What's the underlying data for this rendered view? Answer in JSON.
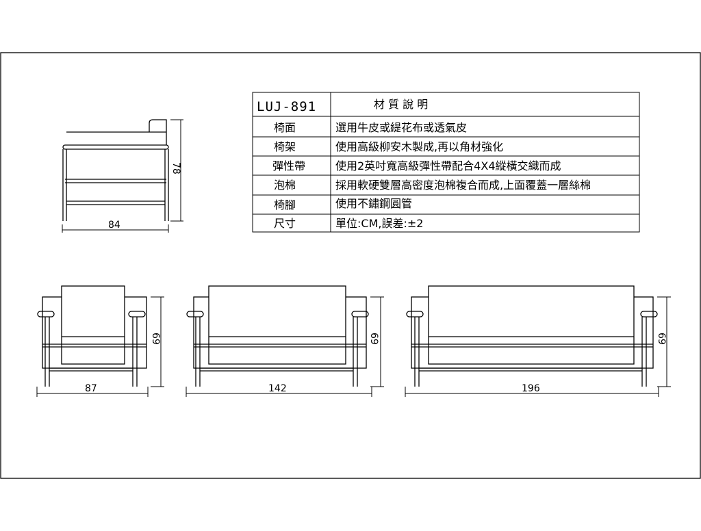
{
  "spec_table": {
    "model": "LUJ-891",
    "title": "材 質 說 明",
    "rows": [
      {
        "label": "椅面",
        "value": "選用牛皮或緹花布或透氣皮"
      },
      {
        "label": "椅架",
        "value": "使用高級柳安木製成,再以角材強化"
      },
      {
        "label": "彈性帶",
        "value": "使用2英吋寬高級彈性帶配合4X4縱橫交織而成"
      },
      {
        "label": "泡棉",
        "value": "採用軟硬雙層高密度泡棉複合而成,上面覆蓋一層絲棉"
      },
      {
        "label": "椅腳",
        "value": "使用不鏽鋼圓管"
      },
      {
        "label": "尺寸",
        "value": "單位:CM,誤差:±2"
      }
    ]
  },
  "views": {
    "side": {
      "width_label": "84",
      "height_label": "78"
    },
    "single": {
      "width_label": "87",
      "height_label": "69"
    },
    "double": {
      "width_label": "142",
      "height_label": "69"
    },
    "triple": {
      "width_label": "196",
      "height_label": "69"
    }
  }
}
